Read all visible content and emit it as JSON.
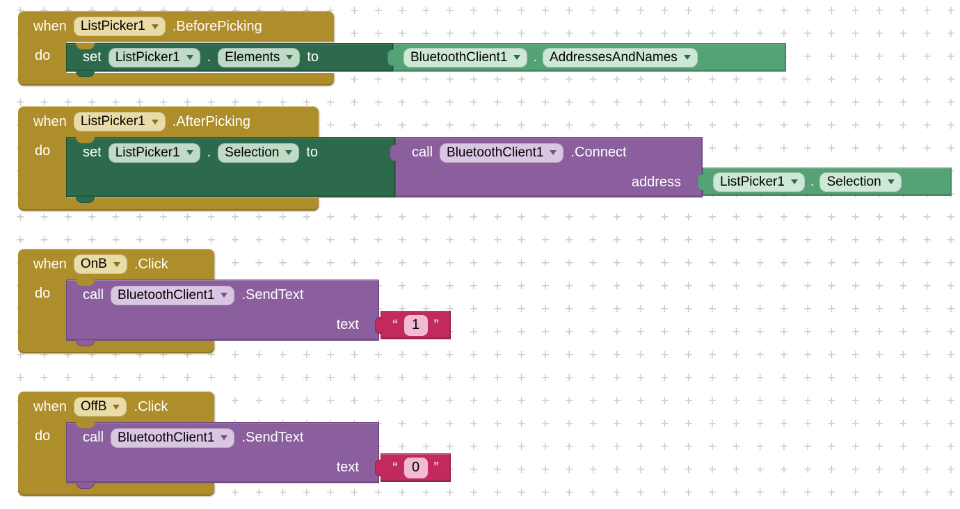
{
  "palette": {
    "event_block": "#AE8D2B",
    "event_chip": "#EADCA6",
    "setter_block": "#2D6A4B",
    "setter_chip": "#BFDAC5",
    "getter_block": "#55A277",
    "getter_chip": "#CDE8D4",
    "call_block": "#8B5F9D",
    "call_chip": "#D9C6E3",
    "string_block": "#C12A5B",
    "string_field": "#F2BBD3",
    "grid_mark": "#c7c7c7",
    "background": "#ffffff"
  },
  "labels": {
    "when": "when",
    "do": "do",
    "set": "set",
    "to": "to",
    "call": "call",
    "dot": ".",
    "open_quote": "“",
    "close_quote": "”"
  },
  "blocks": [
    {
      "component": "ListPicker1",
      "event": ".BeforePicking",
      "body": {
        "kind": "set",
        "set_component": "ListPicker1",
        "property": "Elements",
        "value": {
          "kind": "get",
          "component": "BluetoothClient1",
          "property": "AddressesAndNames"
        }
      }
    },
    {
      "component": "ListPicker1",
      "event": ".AfterPicking",
      "body": {
        "kind": "set",
        "set_component": "ListPicker1",
        "property": "Selection",
        "value": {
          "kind": "call",
          "component": "BluetoothClient1",
          "method": ".Connect",
          "params": [
            {
              "name": "address",
              "value": {
                "kind": "get",
                "component": "ListPicker1",
                "property": "Selection"
              }
            }
          ]
        }
      }
    },
    {
      "component": "OnB",
      "event": ".Click",
      "body": {
        "kind": "call",
        "component": "BluetoothClient1",
        "method": ".SendText",
        "params": [
          {
            "name": "text",
            "value": {
              "kind": "string",
              "text": "1"
            }
          }
        ]
      }
    },
    {
      "component": "OffB",
      "event": ".Click",
      "body": {
        "kind": "call",
        "component": "BluetoothClient1",
        "method": ".SendText",
        "params": [
          {
            "name": "text",
            "value": {
              "kind": "string",
              "text": "0"
            }
          }
        ]
      }
    }
  ]
}
